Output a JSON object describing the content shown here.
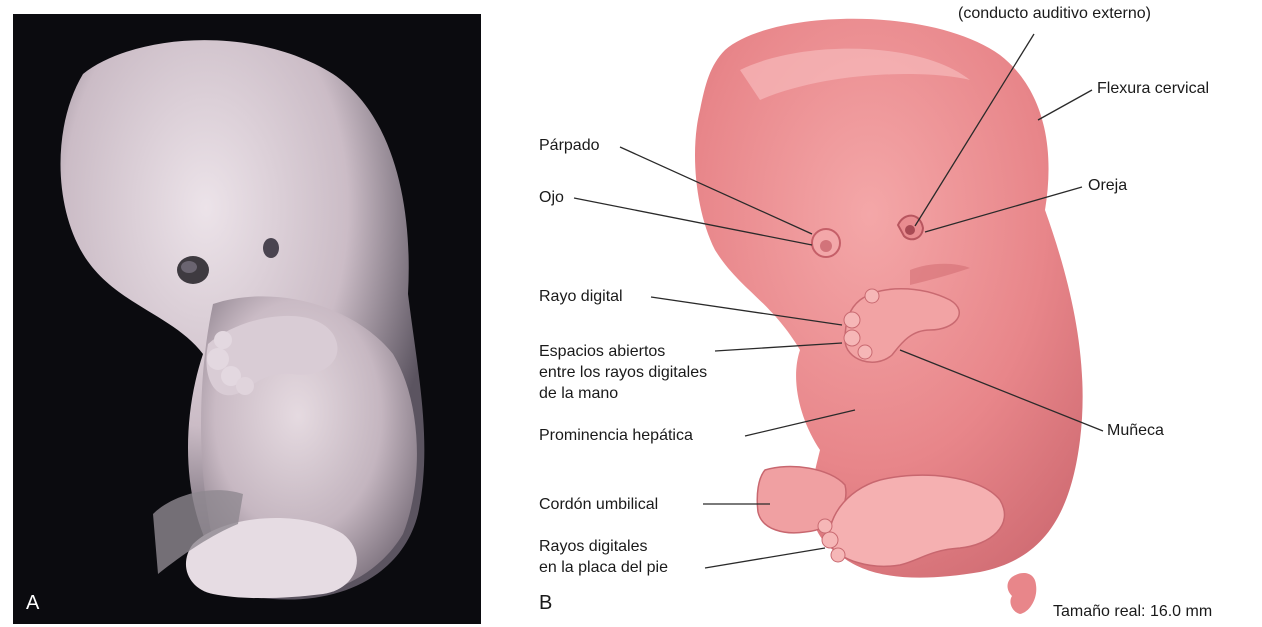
{
  "panels": {
    "photo": {
      "letter": "A"
    },
    "drawing": {
      "letter": "B"
    }
  },
  "labels": {
    "top_partial": "(conducto auditivo externo)",
    "flexura": "Flexura cervical",
    "parpado": "Párpado",
    "ojo": "Ojo",
    "oreja": "Oreja",
    "rayo_digital": "Rayo digital",
    "espacios_1": "Espacios abiertos",
    "espacios_2": "entre los rayos digitales",
    "espacios_3": "de la mano",
    "prominencia": "Prominencia hepática",
    "muneca": "Muñeca",
    "cordon": "Cordón umbilical",
    "rayos_pie_1": "Rayos digitales",
    "rayos_pie_2": "en la placa del pie",
    "tamano": "Tamaño real: 16.0 mm"
  },
  "colors": {
    "embryo_fill": "#e8868a",
    "embryo_light": "#f3aaa9",
    "embryo_shade": "#d46f75",
    "photo_bg": "#0b0b0f"
  }
}
